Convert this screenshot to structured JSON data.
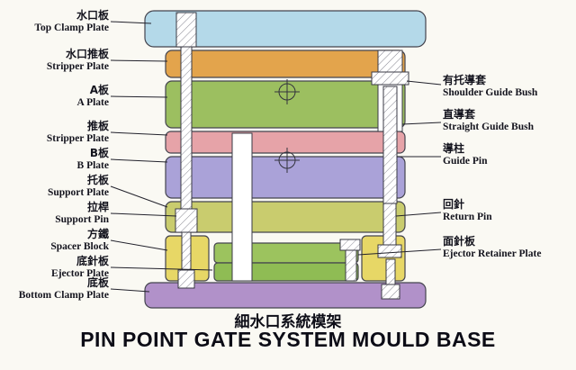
{
  "titles": {
    "chinese": "細水口系統模架",
    "english": "PIN POINT GATE SYSTEM MOULD BASE"
  },
  "left_labels": [
    {
      "zh": "水口板",
      "en": "Top Clamp Plate"
    },
    {
      "zh": "水口推板",
      "en": "Stripper Plate"
    },
    {
      "zh": "A板",
      "en": "A Plate"
    },
    {
      "zh": "推板",
      "en": "Stripper Plate"
    },
    {
      "zh": "B板",
      "en": "B Plate"
    },
    {
      "zh": "托板",
      "en": "Support Plate"
    },
    {
      "zh": "拉桿",
      "en": "Support Pin"
    },
    {
      "zh": "方鐵",
      "en": "Spacer Block"
    },
    {
      "zh": "底針板",
      "en": "Ejector Plate"
    },
    {
      "zh": "底板",
      "en": "Bottom Clamp Plate"
    }
  ],
  "right_labels": [
    {
      "zh": "有托導套",
      "en": "Shoulder Guide Bush"
    },
    {
      "zh": "直導套",
      "en": "Straight Guide Bush"
    },
    {
      "zh": "導柱",
      "en": "Guide Pin"
    },
    {
      "zh": "回針",
      "en": "Return Pin"
    },
    {
      "zh": "面針板",
      "en": "Ejector Retainer Plate"
    }
  ],
  "colors": {
    "background": "#faf9f3",
    "top_clamp_plate": "#b4d9e9",
    "stripper_plate_top": "#e3a44c",
    "a_plate": "#9cbf60",
    "stripper_plate_mid": "#e6a3a8",
    "b_plate": "#aaa2d8",
    "support_plate": "#c9cc6e",
    "spacer_block": "#e7d766",
    "ejector_retainer_plate": "#9cc35e",
    "ejector_plate": "#8fbc54",
    "bottom_clamp_plate": "#b191c9",
    "outline": "#44444e",
    "text": "#14141e"
  }
}
